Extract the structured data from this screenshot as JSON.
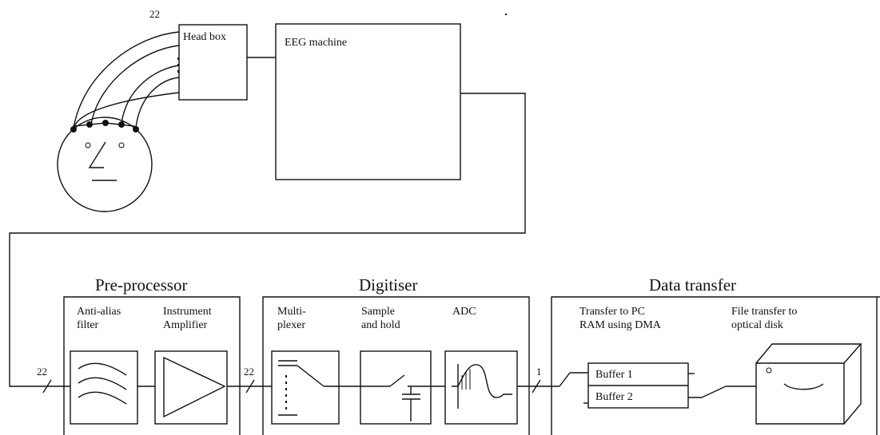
{
  "head_box": {
    "label": "Head box",
    "channels": "22"
  },
  "eeg_machine": {
    "label": "EEG machine"
  },
  "sections": {
    "preprocessor": {
      "title": "Pre-processor",
      "anti_alias": [
        "Anti-alias",
        "filter"
      ],
      "amplifier": [
        "Instrument",
        "Amplifier"
      ]
    },
    "digitiser": {
      "title": "Digitiser",
      "multiplexer": [
        "Multi-",
        "plexer"
      ],
      "sample_hold": [
        "Sample",
        "and hold"
      ],
      "adc": [
        "ADC"
      ]
    },
    "data_transfer": {
      "title": "Data transfer",
      "ram": [
        "Transfer to PC",
        "RAM using DMA"
      ],
      "file": [
        "File transfer to",
        "optical disk"
      ],
      "buffer1": "Buffer 1",
      "buffer2": "Buffer 2"
    }
  },
  "channel_counts": {
    "input": "22",
    "amplified": "22",
    "digitised": "1"
  }
}
